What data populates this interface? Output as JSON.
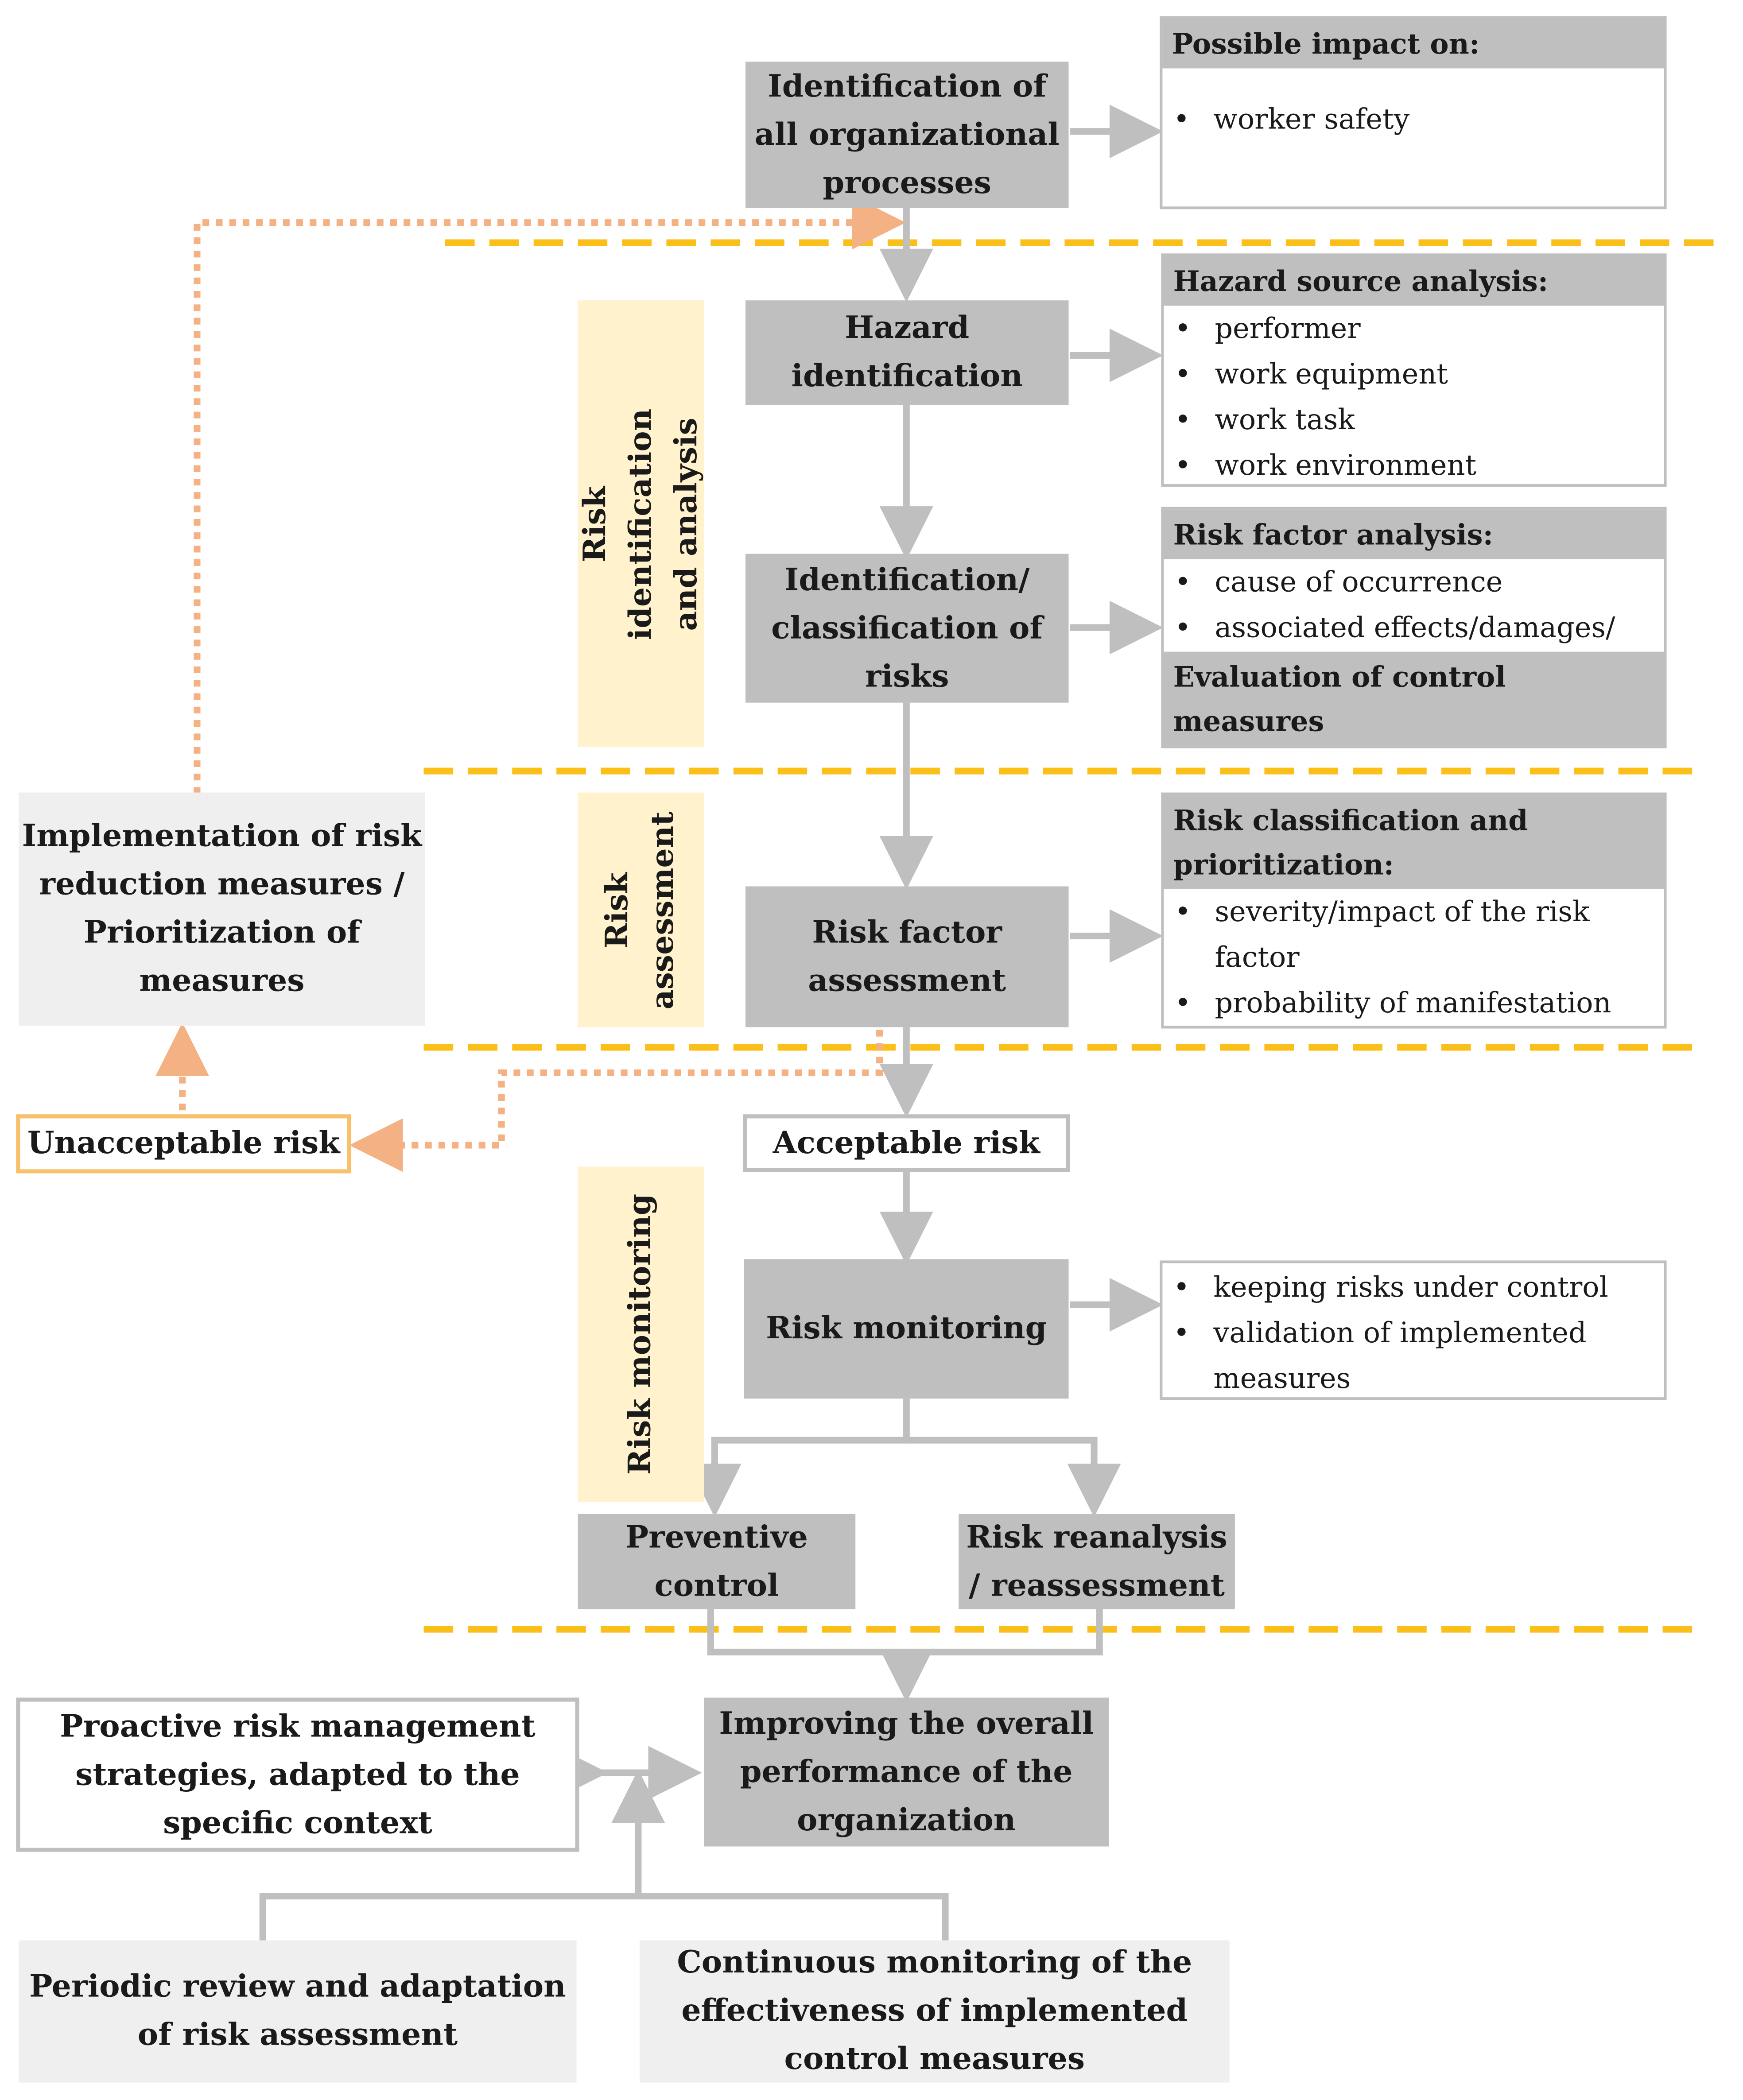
{
  "colors": {
    "box_gray": "#bfbfbf",
    "box_light": "#efefef",
    "band_yellow": "#fff2cc",
    "divider_yellow": "#fbbf1a",
    "feedback_orange": "#f4b183",
    "outline_orange": "#f7c06a"
  },
  "process": {
    "identification": "Identification of all organizational processes",
    "hazard_identification": "Hazard identification",
    "risk_classification": "Identification/ classification of risks",
    "risk_factor_assessment": "Risk factor assessment",
    "acceptable_risk": "Acceptable risk",
    "unacceptable_risk": "Unacceptable risk",
    "implementation": "Implementation of risk reduction measures / Prioritization of measures",
    "risk_monitoring": "Risk monitoring",
    "preventive_control": "Preventive control",
    "risk_reanalysis": "Risk reanalysis / reassessment",
    "improving": "Improving the overall performance of the organization",
    "proactive": "Proactive risk management strategies, adapted to the specific context",
    "periodic_review": "Periodic review and adaptation of risk assessment",
    "continuous_monitoring": "Continuous monitoring of the effectiveness of implemented control measures"
  },
  "phases": {
    "identification_analysis": "Risk identification and analysis",
    "assessment": "Risk assessment",
    "monitoring": "Risk monitoring"
  },
  "info": {
    "impact": {
      "title": "Possible impact on:",
      "items": [
        "worker safety"
      ]
    },
    "hazard_sources": {
      "title": "Hazard source analysis:",
      "items": [
        "performer",
        "work equipment",
        "work task",
        "work environment"
      ]
    },
    "risk_factors": {
      "title": "Risk factor analysis:",
      "items": [
        "cause of occurrence",
        "associated effects/damages/ risks on worker safety"
      ],
      "footer": "Evaluation of control measures"
    },
    "classification": {
      "title": "Risk classification and prioritization:",
      "items": [
        "severity/impact of the risk factor",
        "probability of manifestation"
      ]
    },
    "monitoring": {
      "items": [
        "keeping risks under control",
        "validation of implemented measures"
      ]
    }
  }
}
